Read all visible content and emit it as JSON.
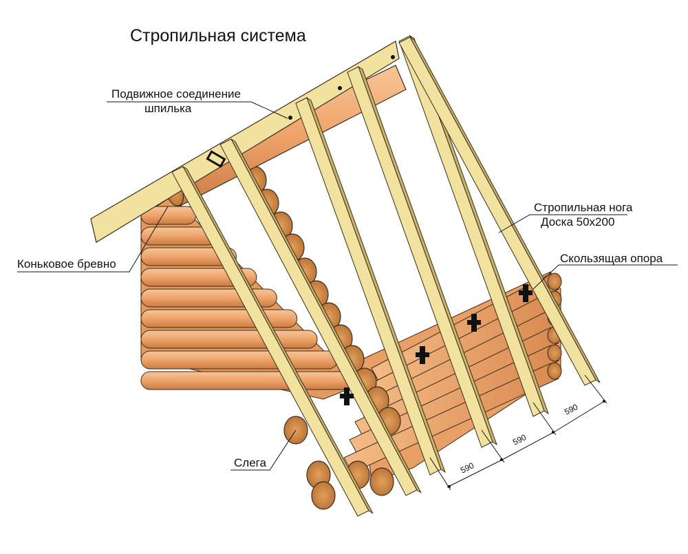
{
  "title": "Стропильная система",
  "labels": {
    "hinge_line1": "Подвижное соединение",
    "hinge_line2": "шпилька",
    "ridge_log": "Коньковое бревно",
    "rafter_line1": "Стропильная нога",
    "rafter_line2": "Доска 50х200",
    "sliding_support": "Скользящая опора",
    "purlin": "Слега"
  },
  "dimensions": {
    "spacing_1": "590",
    "spacing_2": "590",
    "spacing_3": "590"
  },
  "colors": {
    "log_light": "#f3b27e",
    "log_mid": "#e89b62",
    "log_dark": "#c97c45",
    "board": "#f2e2a0",
    "board_edge": "#c9b46a",
    "outline": "#3a2a1c"
  }
}
